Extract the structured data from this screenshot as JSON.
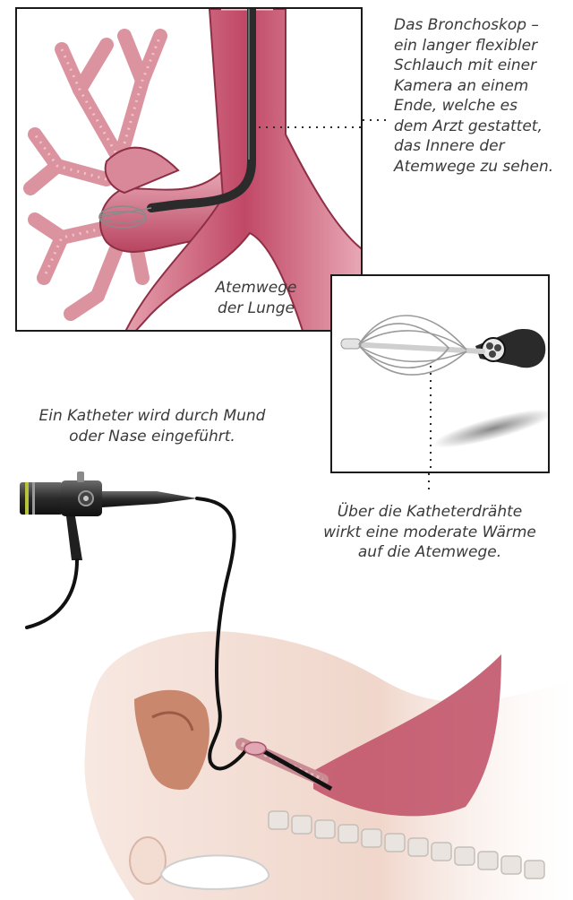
{
  "bronchoscope_caption": [
    "Das Bronchoskop –",
    "ein langer flexibler",
    "Schlauch mit einer",
    "Kamera an einem",
    "Ende, welche es",
    "dem Arzt gestattet,",
    "das Innere der",
    "Atemwege zu sehen."
  ],
  "airways_label": [
    "Atemwege",
    "der Lunge"
  ],
  "catheter_caption": [
    "Ein Katheter wird durch Mund",
    "oder Nase eingeführt."
  ],
  "wires_caption": [
    "Über die Katheterdrähte",
    "wirkt eine moderate Wärme",
    "auf die Atemwege."
  ],
  "colors": {
    "airway": "#c4566f",
    "airway_dark": "#8e2f46",
    "skin": "#f2dcd2",
    "lung": "#c2556a",
    "scope": "#2b2b2b"
  }
}
